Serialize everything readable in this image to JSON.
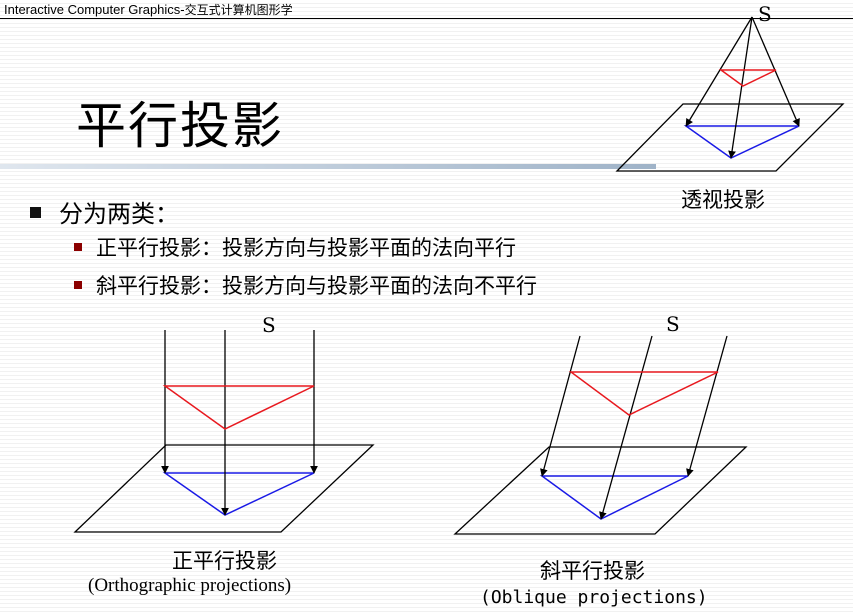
{
  "header": {
    "title_en": "Interactive Computer Graphics-",
    "title_zh": "交互式计算机图形学"
  },
  "slide": {
    "title": "平行投影",
    "bullet": "分为两类：",
    "subbullets": [
      "正平行投影：投影方向与投影平面的法向平行",
      "斜平行投影：投影方向与投影平面的法向不平行"
    ]
  },
  "figures": {
    "perspective": {
      "point_label": "S",
      "caption": "透视投影"
    },
    "orthographic": {
      "point_label": "S",
      "caption_zh": "正平行投影",
      "caption_en": "(Orthographic projections)"
    },
    "oblique": {
      "point_label": "S",
      "caption_zh": "斜平行投影",
      "caption_en": "(Oblique projections)"
    }
  },
  "colors": {
    "object_triangle": "#e8191f",
    "projected_triangle": "#1a1ae6",
    "divider": "#9fb3c8",
    "sub_bullet": "#8b0000"
  }
}
